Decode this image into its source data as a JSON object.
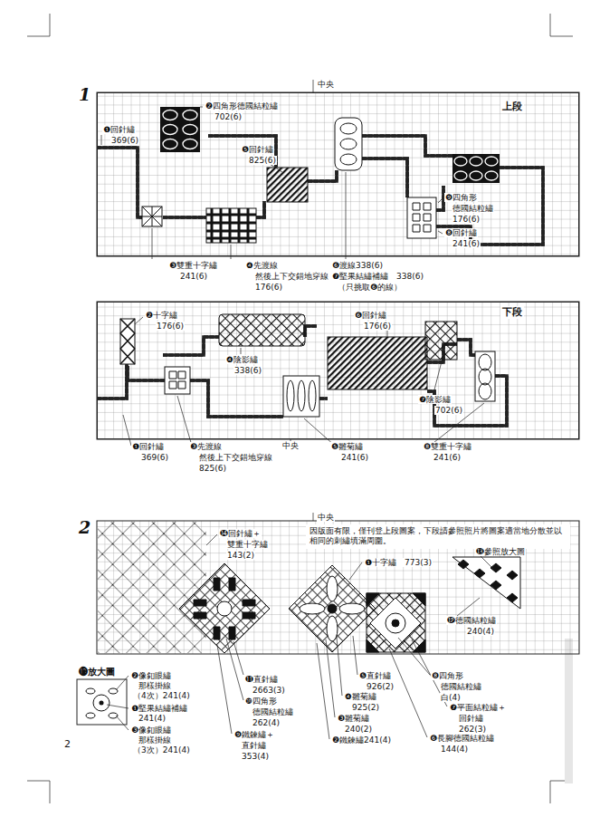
{
  "diagram": {
    "nodes": [
      {
        "text": [
          "上段"
        ]
      },
      {
        "text": [
          "下段"
        ]
      },
      {
        "text": [
          "因版面有限，僅刊登上段圖案，下段請參照照片將圖案適當地分散並以相同的刺繡填滿周圍。"
        ]
      }
    ],
    "labels": [
      "1",
      "中央",
      "❷四角形德國結粒繡",
      "702(6)",
      "❶回針繡",
      "369(6)",
      "❺回針繡",
      "825(6)",
      "❾四角形",
      "德國結粒繡",
      "176(6)",
      "❽回針繡",
      "241(6)",
      "❸雙重十字繡",
      "241(6)",
      "❹先渡線",
      "然後上下交錯地穿線",
      "176(6)",
      "❻渡線338(6)",
      "❼堅果結繡補繡　338(6)",
      "（只挑取❻的線）",
      "❷十字繡",
      "176(6)",
      "❹陰影繡",
      "338(6)",
      "❻回針繡",
      "176(6)",
      "❼陰影繡",
      "702(6)",
      "❶回針繡",
      "369(6)",
      "❸先渡線",
      "然後上下交錯地穿線",
      "825(6)",
      "中央",
      "❺雛菊繡",
      "241(6)",
      "❽雙重十字繡",
      "241(6)",
      "2",
      "中央",
      "⓮回針繡＋",
      "雙重十字繡",
      "143(2)",
      "⓭參照放大圖",
      "❶十字繡　773(3)",
      "⓬德國結粒繡",
      "240(4)",
      "⓭放大圖",
      "❷像釦眼繡",
      "那樣掛線",
      "（4次）241(4)",
      "❶堅果結繡補繡",
      "241(4)",
      "❸像釦眼繡",
      "那樣掛線",
      "（3次）241(4)",
      "⓫直針繡",
      "2663(3)",
      "❿四角形",
      "德國結粒繡",
      "262(4)",
      "❾鐵鍊繡＋",
      "直針繡",
      "353(4)",
      "❺直針繡",
      "926(2)",
      "❹雛菊繡",
      "925(2)",
      "❸雛菊繡",
      "240(2)",
      "❷鐵鍊繡241(4)",
      "❽四角形",
      "德國結粒繡",
      "白(4)",
      "❼平面結粒繡＋",
      "回針繡",
      "262(3)",
      "❻長腳德國結粒繡",
      "144(4)",
      "2"
    ]
  }
}
